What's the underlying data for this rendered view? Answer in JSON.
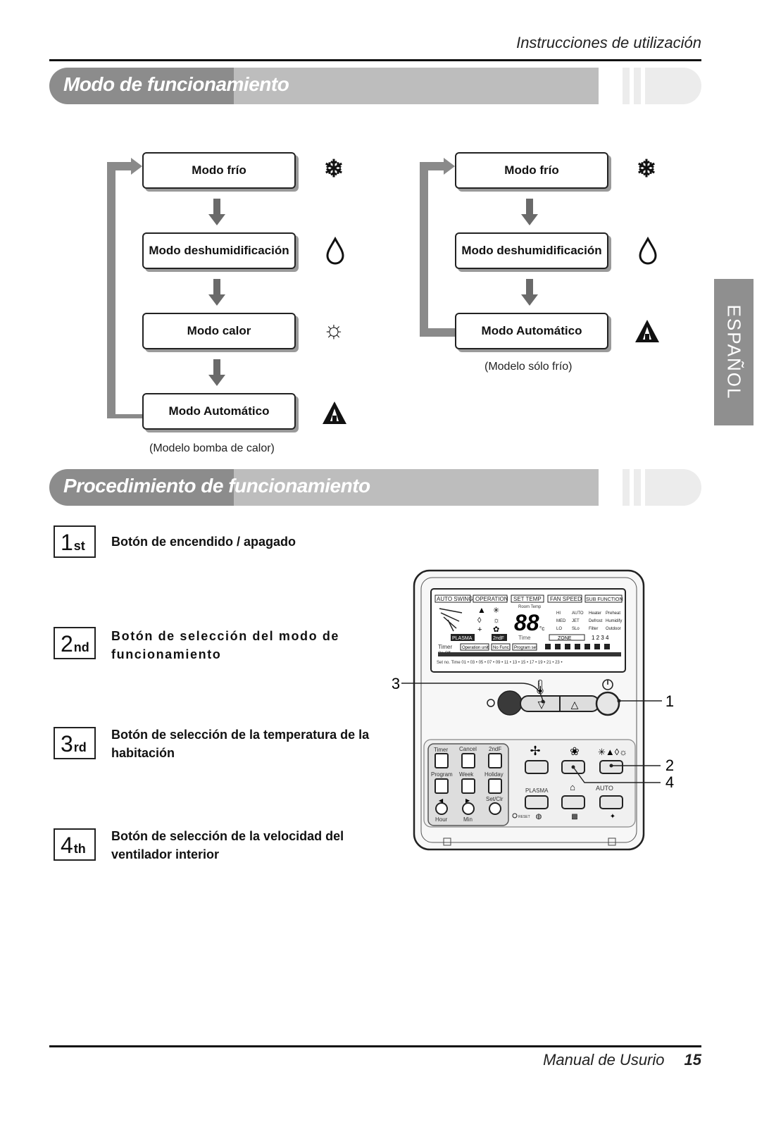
{
  "header": {
    "title": "Instrucciones de utilización"
  },
  "section1": {
    "title": "Modo de funcionamiento"
  },
  "section2": {
    "title": "Procedimiento de funcionamiento"
  },
  "heat_pump": {
    "modes": [
      {
        "label": "Modo frío",
        "icon": "snowflake-icon"
      },
      {
        "label": "Modo deshumidificación",
        "icon": "drop-icon"
      },
      {
        "label": "Modo calor",
        "icon": "sun-icon"
      },
      {
        "label": "Modo Automático",
        "icon": "auto-icon"
      }
    ],
    "caption": "(Modelo bomba de calor)"
  },
  "cool_only": {
    "modes": [
      {
        "label": "Modo frío",
        "icon": "snowflake-icon"
      },
      {
        "label": "Modo deshumidificación",
        "icon": "drop-icon"
      },
      {
        "label": "Modo Automático",
        "icon": "auto-icon"
      }
    ],
    "caption": "(Modelo sólo frío)"
  },
  "side_tab": {
    "label": "ESPAÑOL"
  },
  "steps": [
    {
      "num": "1",
      "suffix": "st",
      "text": "Botón de encendido / apagado"
    },
    {
      "num": "2",
      "suffix": "nd",
      "text": "Botón de selección del modo de funcionamiento"
    },
    {
      "num": "3",
      "suffix": "rd",
      "text": "Botón de selección de la temperatura de la habitación"
    },
    {
      "num": "4",
      "suffix": "th",
      "text": "Botón de selección de la velocidad del ventilador interior"
    }
  ],
  "remote": {
    "callouts": [
      "3",
      "1",
      "2",
      "4"
    ],
    "lcd_tabs": [
      "AUTO SWING",
      "OPERATION",
      "SET TEMP",
      "FAN SPEED",
      "SUB FUNCTION"
    ],
    "lcd_room_temp": "Room Temp",
    "lcd_digits": "88",
    "lcd_unit": "°c",
    "lcd_fan_labels": [
      "HI",
      "MED",
      "LO"
    ],
    "lcd_fan_extra": [
      "AUTO",
      "JET",
      "SLo"
    ],
    "lcd_sub": [
      "Heater",
      "Defrost",
      "Filter"
    ],
    "lcd_sub2": [
      "Preheat",
      "Humidify",
      "Outdoor"
    ],
    "lcd_plasma": "PLASMA",
    "lcd_2ndf": "2ndF",
    "lcd_time": "Time",
    "lcd_zone": "ZONE",
    "lcd_zone_nums": "1 2 3 4",
    "lcd_timer": "Timer",
    "lcd_onoff": "On  Off",
    "lcd_chips": [
      "Operation unit",
      "No Func",
      "Program set"
    ],
    "lcd_scale": "Set no.  Time  01 • 03 • 05 • 07 • 09 • 11 • 13 • 15 • 17 • 19 • 21 • 23 •",
    "panel_labels": [
      "Timer",
      "Cancel",
      "2ndF",
      "Program",
      "Week",
      "Holiday",
      "Set/Clr",
      "Hour",
      "Min"
    ],
    "plasma_label": "PLASMA",
    "auto_label": "AUTO",
    "reset_label": "RESET"
  },
  "footer": {
    "text": "Manual de Usurio",
    "page": "15"
  }
}
